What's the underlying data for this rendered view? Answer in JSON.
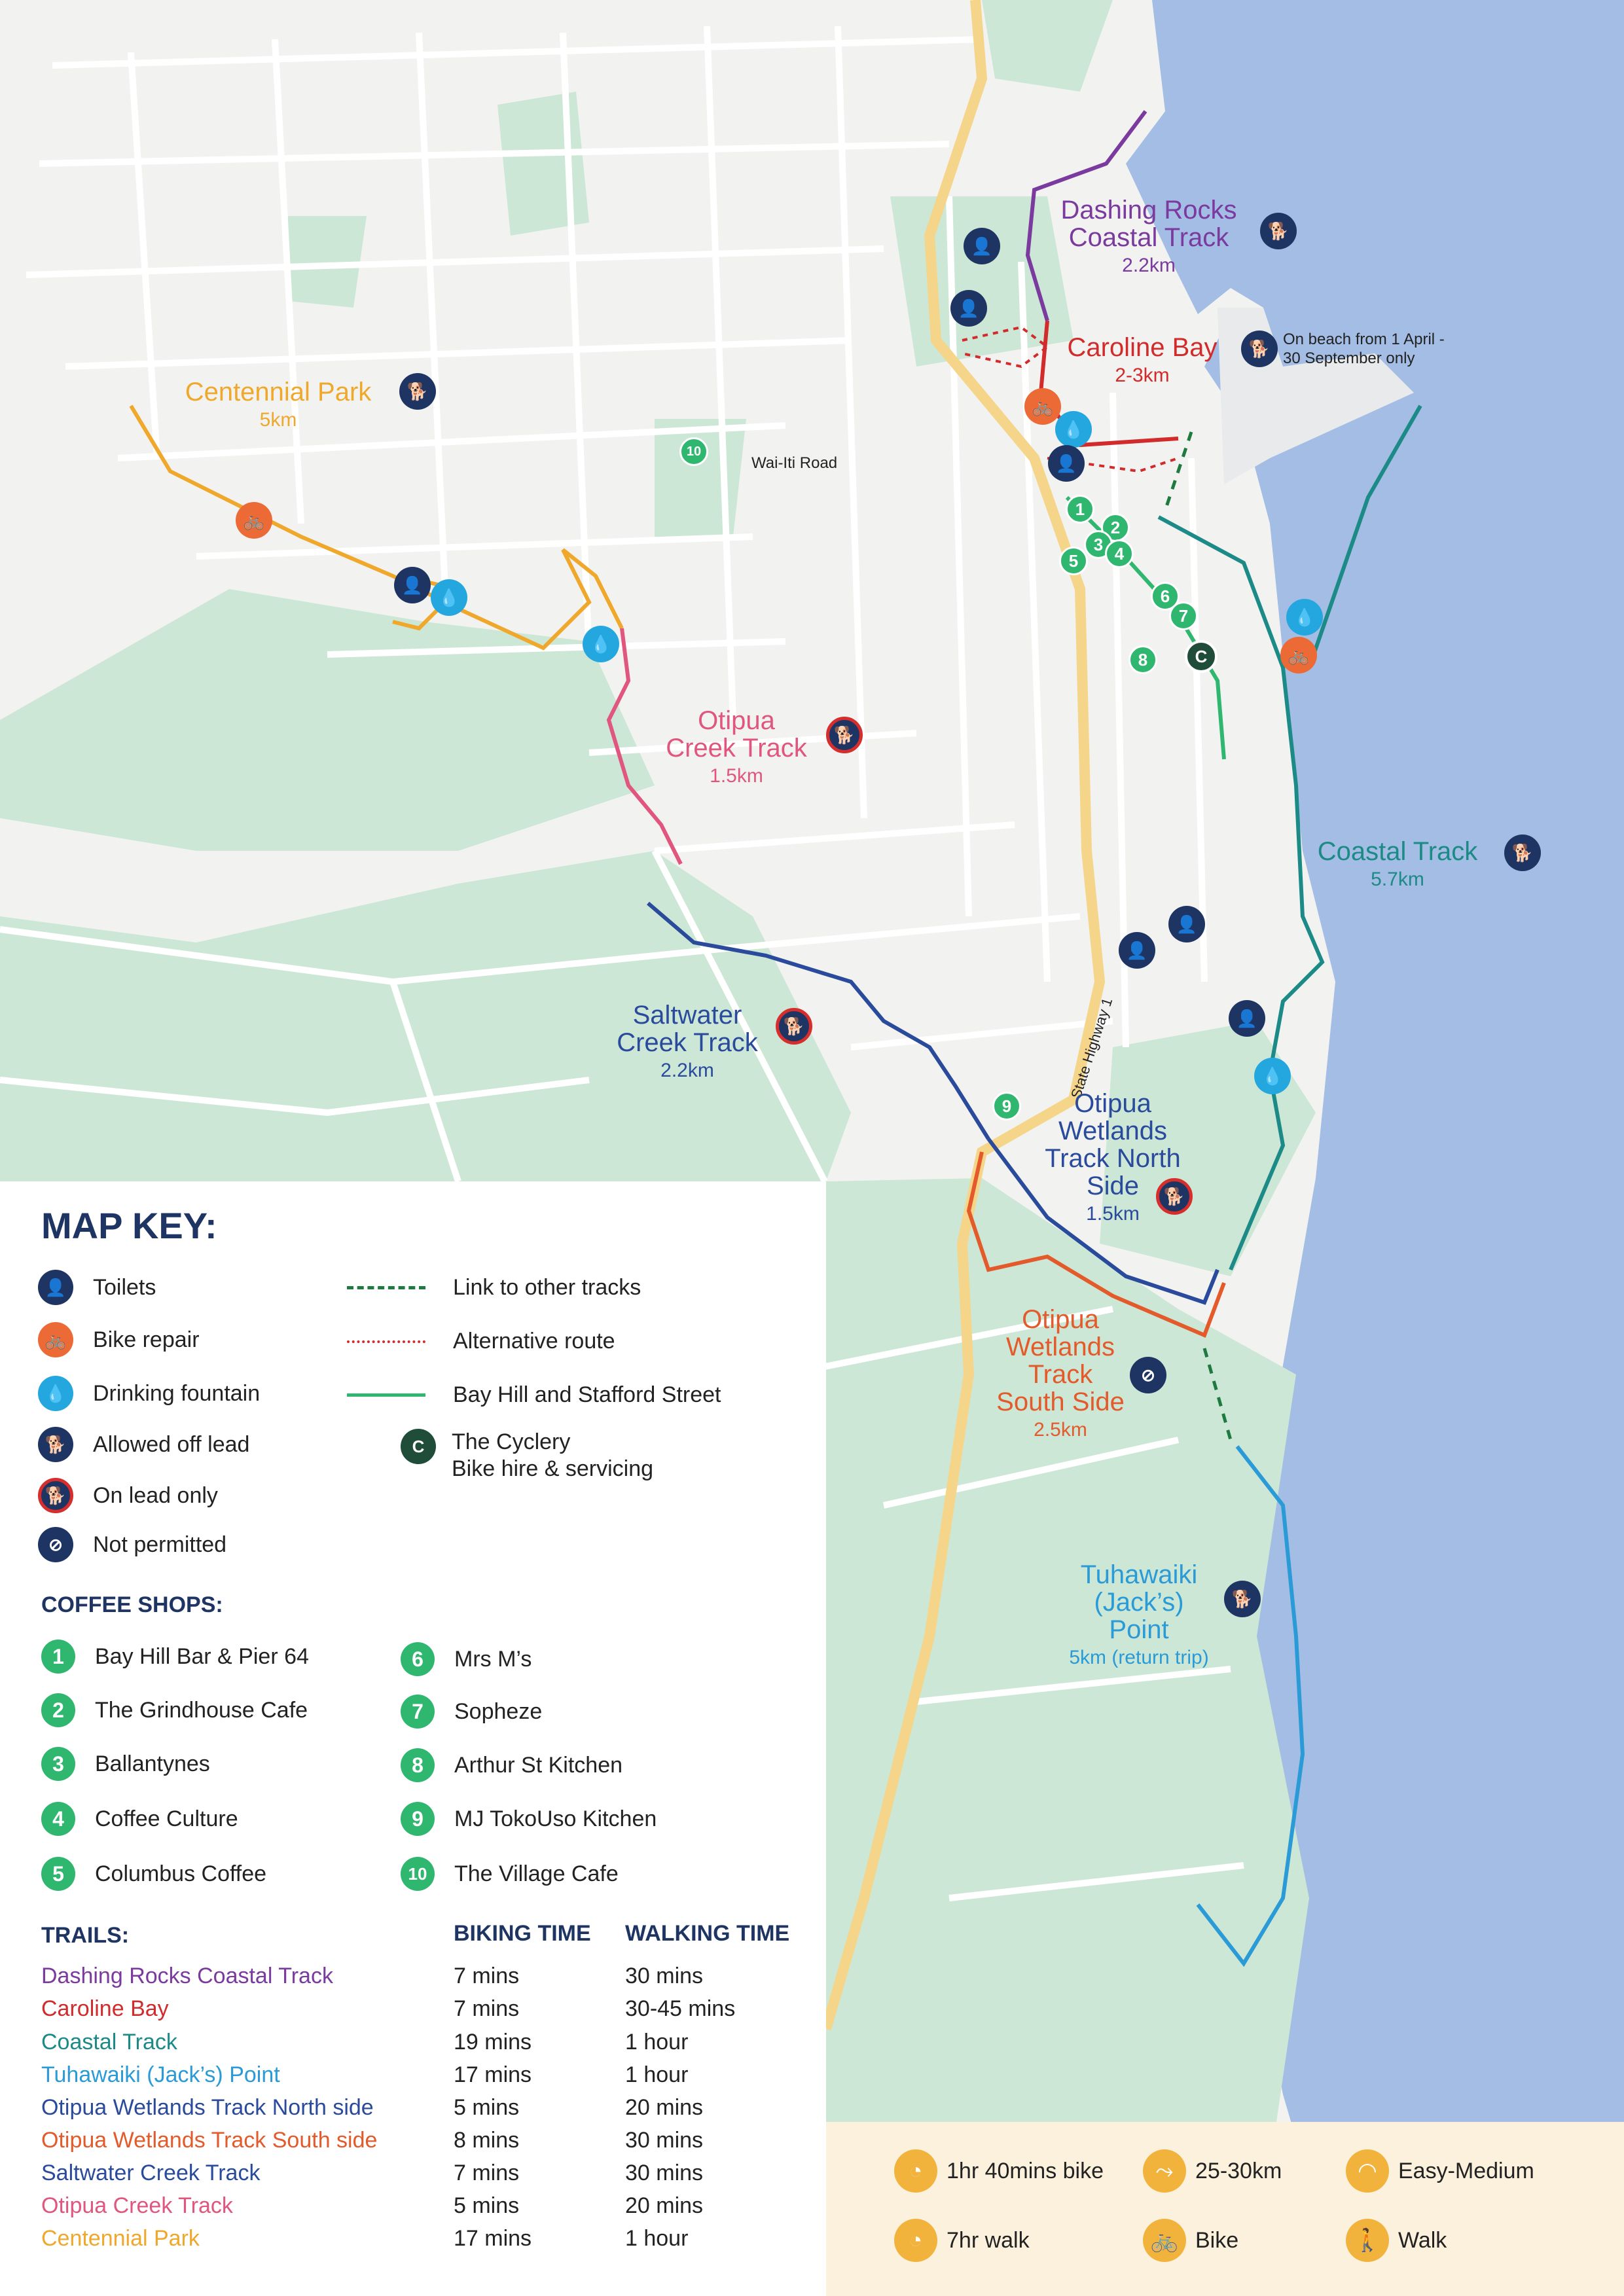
{
  "map": {
    "road_label": "Wai-Iti Road",
    "highway_label": "State Highway 1",
    "beach_note_line1": "On beach from 1 April -",
    "beach_note_line2": "30 September only",
    "colors": {
      "sea": "#a3bde4",
      "land": "#f2f3f1",
      "green": "#cde7d6",
      "road": "#ffffff",
      "highway": "#f5d58a"
    },
    "trails": [
      {
        "name": "Dashing Rocks\nCoastal Track",
        "distance": "2.2km",
        "color": "#7a3a9e",
        "dog": "allowed-off-lead"
      },
      {
        "name": "Caroline Bay",
        "distance": "2-3km",
        "color": "#d12b2b",
        "dog": "allowed-off-lead"
      },
      {
        "name": "Centennial Park",
        "distance": "5km",
        "color": "#f0a82c",
        "dog": "allowed-off-lead"
      },
      {
        "name": "Otipua\nCreek Track",
        "distance": "1.5km",
        "color": "#e0567e",
        "dog": "on-lead-only"
      },
      {
        "name": "Coastal Track",
        "distance": "5.7km",
        "color": "#1c8a86",
        "dog": "allowed-off-lead"
      },
      {
        "name": "Saltwater\nCreek Track",
        "distance": "2.2km",
        "color": "#2a4a9c",
        "dog": "on-lead-only"
      },
      {
        "name": "Otipua\nWetlands\nTrack North\nSide",
        "distance": "1.5km",
        "color": "#2a4a9c",
        "dog": "on-lead-only"
      },
      {
        "name": "Otipua\nWetlands\nTrack\nSouth Side",
        "distance": "2.5km",
        "color": "#e35a2b",
        "dog": "not-permitted"
      },
      {
        "name": "Tuhawaiki\n(Jack’s)\nPoint",
        "distance": "5km (return trip)",
        "color": "#2a9bd6",
        "dog": "allowed-off-lead"
      }
    ],
    "cyclery_marker": "C",
    "coffee_markers": [
      "1",
      "2",
      "3",
      "4",
      "5",
      "6",
      "7",
      "8",
      "9",
      "10"
    ]
  },
  "key": {
    "title": "MAP KEY:",
    "legend_left": [
      {
        "icon": "toilet-icon",
        "label": "Toilets"
      },
      {
        "icon": "bike-repair-icon",
        "label": "Bike repair"
      },
      {
        "icon": "drinking-fountain-icon",
        "label": "Drinking fountain"
      },
      {
        "icon": "dog-icon",
        "label": "Allowed off lead"
      },
      {
        "icon": "dog-lead-icon",
        "label": "On lead only"
      },
      {
        "icon": "no-dog-icon",
        "label": "Not permitted"
      }
    ],
    "legend_right": [
      {
        "style": "dashed-green",
        "label": "Link to other tracks"
      },
      {
        "style": "dotted-red",
        "label": "Alternative route"
      },
      {
        "style": "solid-green",
        "label": "Bay Hill and Stafford Street"
      }
    ],
    "cyclery": {
      "marker": "C",
      "line1": "The Cyclery",
      "line2": "Bike hire & servicing"
    },
    "coffee_title": "COFFEE SHOPS:",
    "coffee_shops": [
      {
        "n": "1",
        "name": "Bay Hill Bar & Pier 64"
      },
      {
        "n": "2",
        "name": "The Grindhouse Cafe"
      },
      {
        "n": "3",
        "name": "Ballantynes"
      },
      {
        "n": "4",
        "name": "Coffee Culture"
      },
      {
        "n": "5",
        "name": "Columbus Coffee"
      },
      {
        "n": "6",
        "name": "Mrs M’s"
      },
      {
        "n": "7",
        "name": "Sopheze"
      },
      {
        "n": "8",
        "name": "Arthur St Kitchen"
      },
      {
        "n": "9",
        "name": "MJ TokoUso Kitchen"
      },
      {
        "n": "10",
        "name": "The Village Cafe"
      }
    ],
    "trails_title": "TRAILS:",
    "biking_header": "BIKING TIME",
    "walking_header": "WALKING TIME",
    "trails_table": [
      {
        "name": "Dashing Rocks Coastal Track",
        "bike": "7 mins",
        "walk": "30 mins",
        "color": "#7a3a9e"
      },
      {
        "name": "Caroline Bay",
        "bike": "7 mins",
        "walk": "30-45 mins",
        "color": "#d12b2b"
      },
      {
        "name": "Coastal Track",
        "bike": "19 mins",
        "walk": "1 hour",
        "color": "#1c8a86"
      },
      {
        "name": "Tuhawaiki (Jack’s) Point",
        "bike": "17 mins",
        "walk": "1 hour",
        "color": "#2a9bd6"
      },
      {
        "name": "Otipua Wetlands Track North side",
        "bike": "5 mins",
        "walk": "20 mins",
        "color": "#2a4a9c"
      },
      {
        "name": "Otipua Wetlands Track South side",
        "bike": "8 mins",
        "walk": "30 mins",
        "color": "#e35a2b"
      },
      {
        "name": "Saltwater Creek Track",
        "bike": "7 mins",
        "walk": "30 mins",
        "color": "#2a4a9c"
      },
      {
        "name": "Otipua Creek Track",
        "bike": "5 mins",
        "walk": "20 mins",
        "color": "#e0567e"
      },
      {
        "name": "Centennial Park",
        "bike": "17 mins",
        "walk": "1 hour",
        "color": "#f0a82c"
      }
    ]
  },
  "summary": {
    "items": [
      {
        "icon": "clock-icon",
        "label": "1hr 40mins bike"
      },
      {
        "icon": "route-icon",
        "label": "25-30km"
      },
      {
        "icon": "gauge-icon",
        "label": "Easy-Medium"
      },
      {
        "icon": "clock-icon",
        "label": "7hr walk"
      },
      {
        "icon": "bike-icon",
        "label": "Bike"
      },
      {
        "icon": "walk-icon",
        "label": "Walk"
      }
    ]
  }
}
